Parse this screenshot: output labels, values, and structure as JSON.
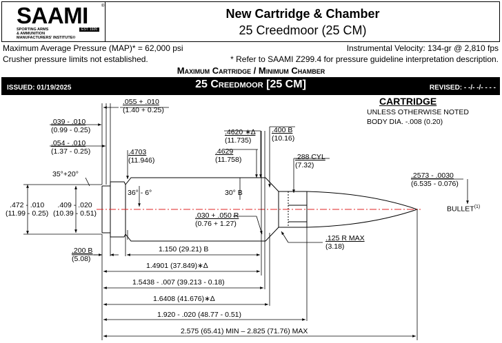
{
  "logo": {
    "word": "SAAMI",
    "reg": "®",
    "sub1": "SPORTING ARMS",
    "sub2": "& AMMUNITION",
    "sub3": "MANUFACTURERS' INSTITUTE®",
    "est": "EST. 1926"
  },
  "header": {
    "title": "New Cartridge & Chamber",
    "subtitle": "25 Creedmoor (25 CM)"
  },
  "info": {
    "map": "Maximum Average Pressure (MAP)* = 62,000 psi",
    "velocity": "Instrumental Velocity:  134-gr @ 2,810 fps",
    "crusher": "Crusher pressure limits not established.",
    "refer": "* Refer to SAAMI Z299.4 for pressure guideline interpretation description."
  },
  "section_title": "Maximum Cartridge / Minimum Chamber",
  "bar": {
    "issued": "ISSUED:  01/19/2025",
    "name": "25 Creedmoor [25 CM]",
    "revised": "REVISED:  - -/- -/- - - -"
  },
  "cartridge": {
    "heading": "CARTRIDGE",
    "note1": "UNLESS OTHERWISE NOTED",
    "note2": "BODY DIA. -.008 (0.20)"
  },
  "dims": {
    "d055_in": ".055 + .010",
    "d055_mm": "(1.40 + 0.25)",
    "d039_in": ".039 - .010",
    "d039_mm": "(0.99 - 0.25)",
    "d054_in": ".054 - .010",
    "d054_mm": "(1.37 - 0.25)",
    "d4703_in": ".4703",
    "d4703_mm": "(11.946)",
    "d4620_in": ".4620 ∗∆",
    "d4620_mm": "(11.735)",
    "d4629_in": ".4629",
    "d4629_mm": "(11.758)",
    "d400_in": ".400 B",
    "d400_mm": "(10.16)",
    "d288_in": ".288 CYL",
    "d288_mm": "(7.32)",
    "d2573_in": ".2573 - .0030",
    "d2573_mm": "(6.535 - 0.076)",
    "angle35": "35°+20°",
    "angle36": "36° - 6°",
    "angle30": "30° B",
    "d472_in": ".472 - .010",
    "d472_mm": "(11.99 - 0.25)",
    "d409_in": ".409 - .020",
    "d409_mm": "(10.39 - 0.51)",
    "d030_in": ".030 + .050 R",
    "d030_mm": "(0.76 + 1.27)",
    "bullet": "BULLET",
    "bullet_note": "(1)",
    "d125_in": ".125 R MAX",
    "d125_mm": "(3.18)",
    "d200_in": ".200 B",
    "d200_mm": "(5.08)",
    "l1150": "1.150 (29.21) B",
    "l14901": "1.4901 (37.849)∗∆",
    "l15438": "1.5438 - .007 (39.213 - 0.18)",
    "l16408": "1.6408 (41.676)∗∆",
    "l1920": "1.920 - .020 (48.77 - 0.51)",
    "l2575": "2.575 (65.41) MIN – 2.825 (71.76) MAX"
  },
  "colors": {
    "centerline": "#e02020",
    "ink": "#000000"
  }
}
